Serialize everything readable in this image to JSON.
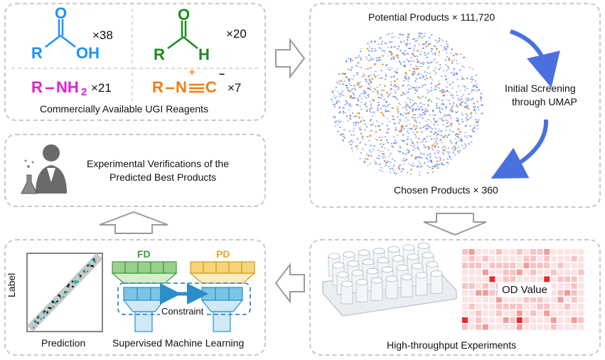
{
  "reagents": {
    "caption": "Commercially Available UGI Reagents",
    "acid": {
      "o_atom": "O",
      "r_group": "R",
      "oh_group": "OH",
      "count": "×38",
      "color": "#1e90ff"
    },
    "aldehyde": {
      "o_atom": "O",
      "r_group": "R",
      "h_atom": "H",
      "count": "×20",
      "color": "#1a8a1a"
    },
    "amine": {
      "formula_r": "R",
      "formula_nh": "NH",
      "subscript": "2",
      "count": "×21",
      "color": "#e020d0"
    },
    "isocyanide": {
      "r_group": "R",
      "n_atom": "N",
      "c_atom": "C",
      "plus": "+",
      "minus": "−",
      "count": "×7",
      "color": "#f07e10"
    }
  },
  "screening": {
    "potential_label": "Potential Products × 111,720",
    "step_line1": "Initial Screening",
    "step_line2": "through UMAP",
    "chosen_label": "Chosen Products × 360",
    "point_colors": {
      "main": "#4a6fd8",
      "highlight": "#f09a20"
    },
    "arrow_color": "#4a70e0"
  },
  "verification": {
    "line1": "Experimental Verifications of the",
    "line2": "Predicted Best Products"
  },
  "ml": {
    "ylabel": "Label",
    "xlabel": "Prediction",
    "fd_label": "FD",
    "pd_label": "PD",
    "constraint_label": "Constraint",
    "caption": "Supervised Machine Learning",
    "fd_color": "#5cb85c",
    "pd_color": "#f0b830",
    "encoder_color": "#3aa0d0"
  },
  "experiments": {
    "heatmap_label": "OD Value",
    "caption": "High-throughput Experiments"
  }
}
